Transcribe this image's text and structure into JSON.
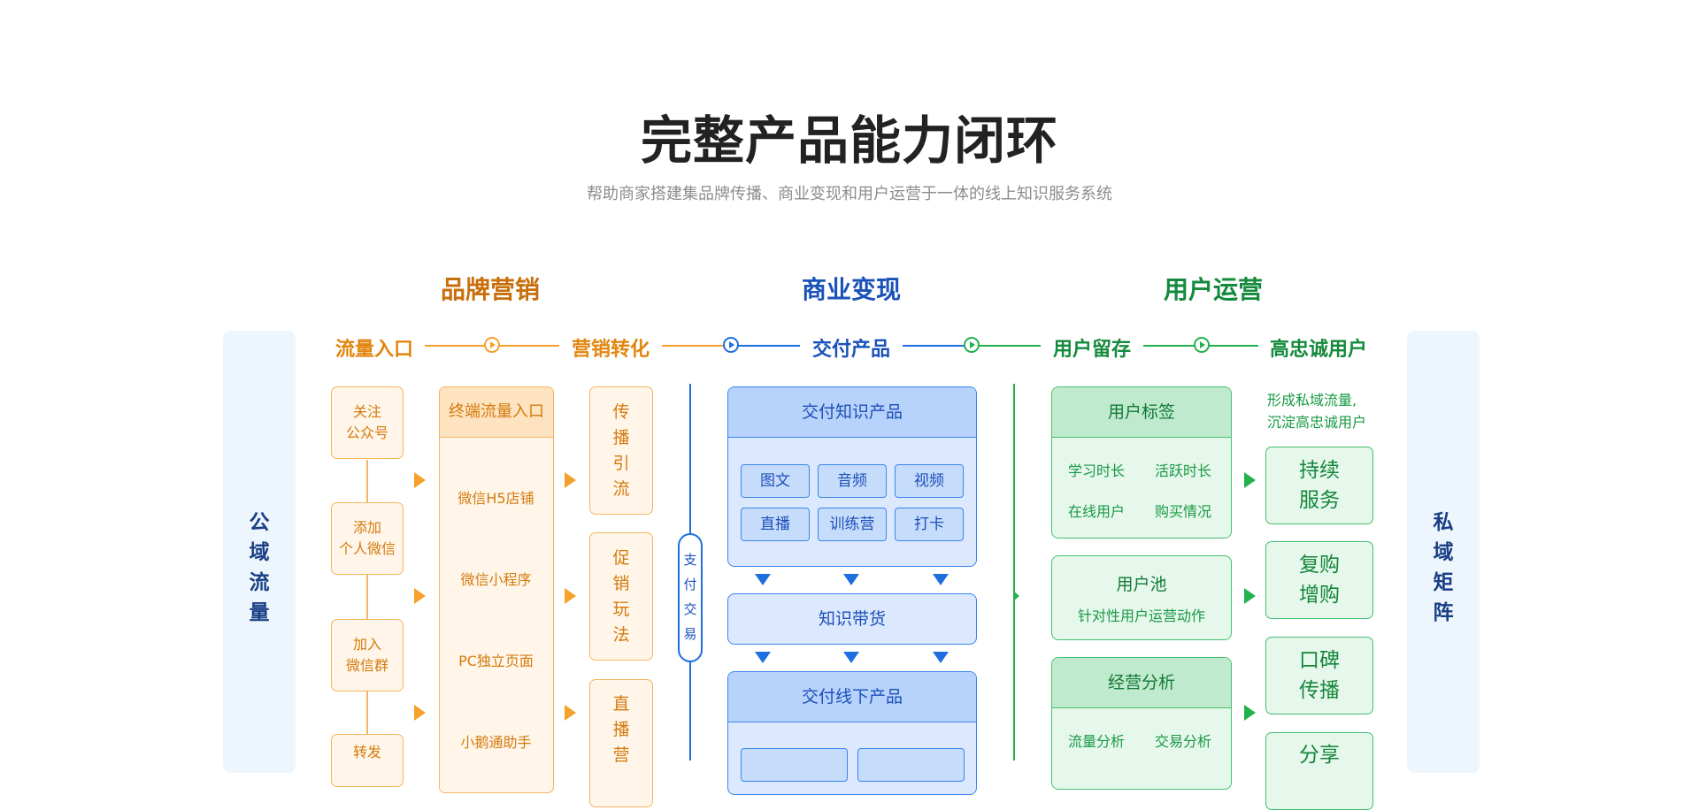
{
  "header": {
    "title": "完整产品能力闭环",
    "subtitle": "帮助商家搭建集品牌传播、商业变现和用户运营于一体的线上知识服务系统"
  },
  "sections": {
    "brand": "品牌营销",
    "monetize": "商业变现",
    "operate": "用户运营"
  },
  "stages": [
    "流量入口",
    "营销转化",
    "交付产品",
    "用户留存",
    "高忠诚用户"
  ],
  "side": {
    "left": [
      "公",
      "域",
      "流",
      "量"
    ],
    "right": [
      "私",
      "域",
      "矩",
      "阵"
    ]
  },
  "traffic_entries": [
    [
      "关注",
      "公众号"
    ],
    [
      "添加",
      "个人微信"
    ],
    [
      "加入",
      "微信群"
    ],
    [
      "转发"
    ]
  ],
  "terminal": {
    "title": "终端流量入口",
    "items": [
      "微信H5店铺",
      "微信小程序",
      "PC独立页面",
      "小鹅通助手"
    ]
  },
  "marketing": [
    [
      "传",
      "播",
      "引",
      "流"
    ],
    [
      "促",
      "销",
      "玩",
      "法"
    ],
    [
      "直",
      "播",
      "营"
    ]
  ],
  "payment": [
    "支",
    "付",
    "交",
    "易"
  ],
  "knowledge": {
    "title": "交付知识产品",
    "chips": [
      "图文",
      "音频",
      "视频",
      "直播",
      "训练营",
      "打卡"
    ]
  },
  "goods": "知识带货",
  "offline": {
    "title": "交付线下产品",
    "chips": [
      "",
      ""
    ]
  },
  "user_tags": {
    "title": "用户标签",
    "items": [
      "学习时长",
      "活跃时长",
      "在线用户",
      "购买情况"
    ]
  },
  "user_pool": {
    "title": "用户池",
    "desc": "针对性用户运营动作"
  },
  "analysis": {
    "title": "经营分析",
    "items": [
      "流量分析",
      "交易分析"
    ]
  },
  "loyal": {
    "note": [
      "形成私域流量,",
      "沉淀高忠诚用户"
    ],
    "results": [
      [
        "持续",
        "服务"
      ],
      [
        "复购",
        "增购"
      ],
      [
        "口碑",
        "传播"
      ],
      [
        "分享"
      ]
    ]
  },
  "colors": {
    "orange": "#f5a12b",
    "blue": "#1d6fe0",
    "green": "#23b14d",
    "navy": "#1b3f86"
  }
}
